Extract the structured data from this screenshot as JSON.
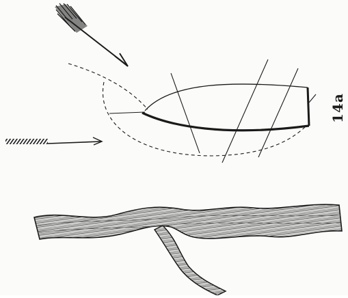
{
  "figure": {
    "label": "14a",
    "ink_color": "#1a1a1a",
    "paper_color": "#fbfbf9",
    "elements": {
      "arrow_top": "feathered-arrow-icon",
      "arrow_left": "hatched-arrow-icon",
      "boat": "boat-hull-outline",
      "branch": "textured-branch-band"
    }
  }
}
